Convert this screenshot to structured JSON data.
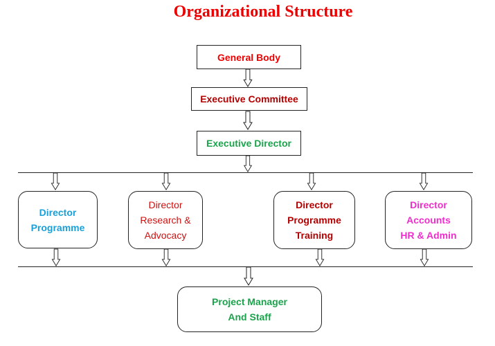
{
  "title": "Organizational Structure",
  "colors": {
    "title": "#ee0000",
    "red": "#ee0000",
    "dark_red": "#b40000",
    "green": "#1aa34a",
    "blue": "#1aa0d8",
    "magenta": "#ee2ecc"
  },
  "nodes": {
    "general_body": "General Body",
    "executive_committee": "Executive Committee",
    "executive_director": "Executive Director",
    "director_programme": "Director\nProgramme",
    "director_research": "Director\nResearch &\nAdvocacy",
    "director_training": "Director\nProgramme\nTraining",
    "director_accounts": "Director\nAccounts\nHR & Admin",
    "project_manager": "Project Manager\nAnd Staff"
  }
}
